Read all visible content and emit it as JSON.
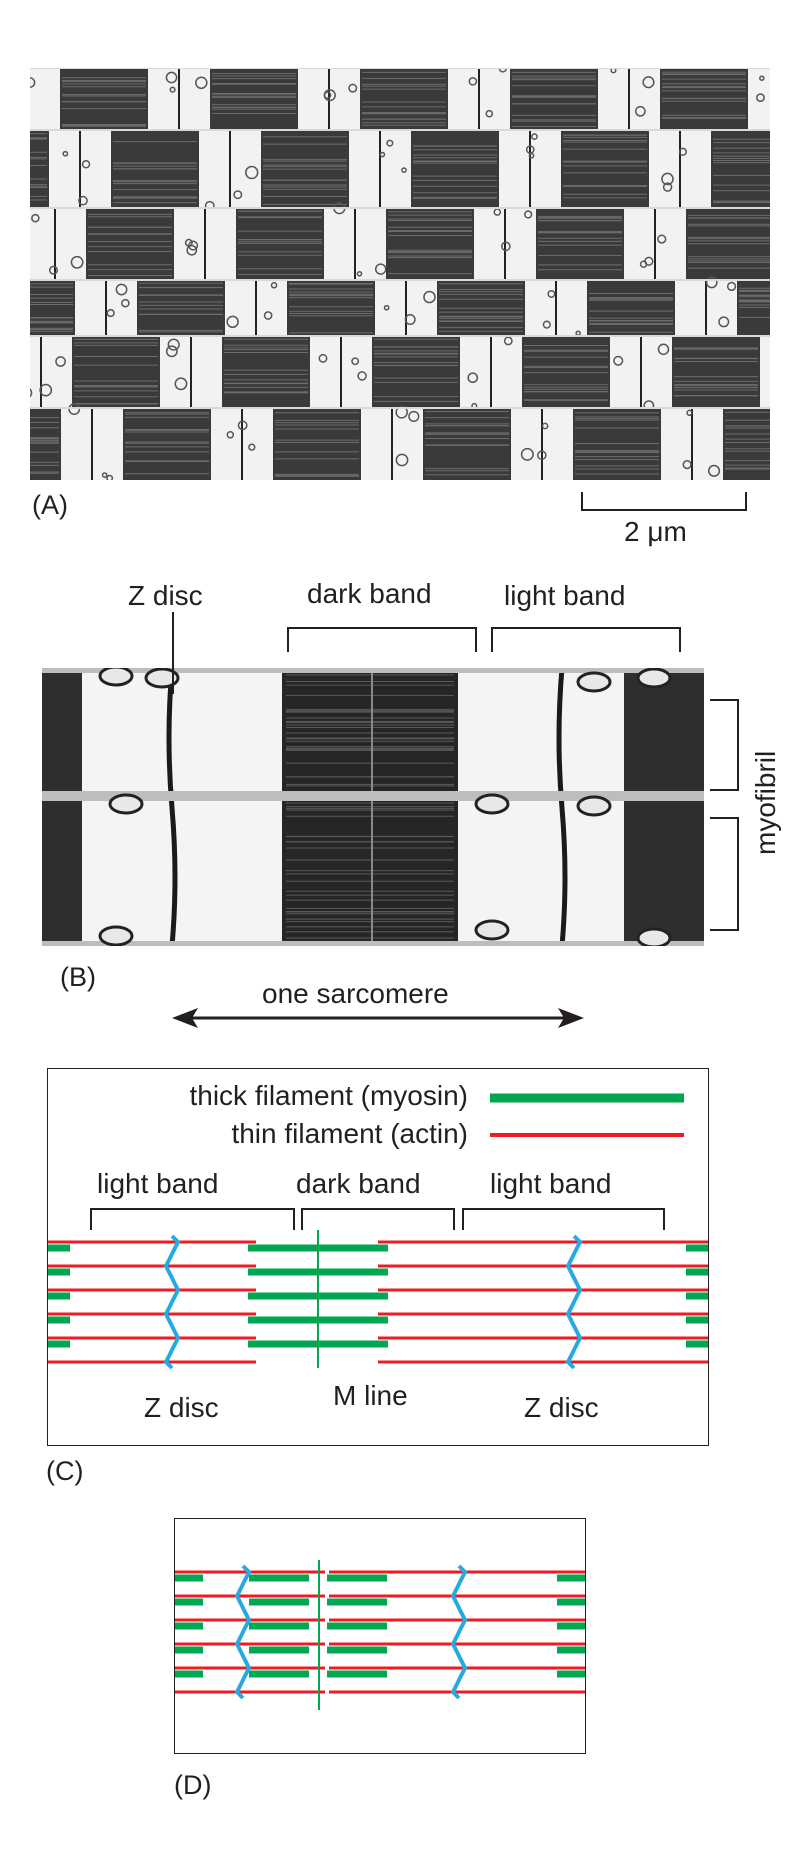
{
  "panel_a": {
    "label": "(A)",
    "scale_bar": "2 μm"
  },
  "panel_b": {
    "label": "(B)",
    "z_disc": "Z disc",
    "dark_band": "dark band",
    "light_band": "light band",
    "myofibril": "myofibril",
    "sarcomere": "one sarcomere"
  },
  "panel_c": {
    "label": "(C)",
    "legend_thick": "thick filament (myosin)",
    "legend_thin": "thin filament (actin)",
    "light_band_left": "light band",
    "dark_band": "dark band",
    "light_band_right": "light band",
    "z_disc_left": "Z disc",
    "m_line": "M line",
    "z_disc_right": "Z disc"
  },
  "panel_d": {
    "label": "(D)"
  },
  "colors": {
    "thick_filament": "#00a650",
    "thin_filament": "#ed1c24",
    "z_disc": "#27aae1",
    "ink": "#231f20"
  },
  "icons": [
    "double-headed-arrow-icon"
  ]
}
